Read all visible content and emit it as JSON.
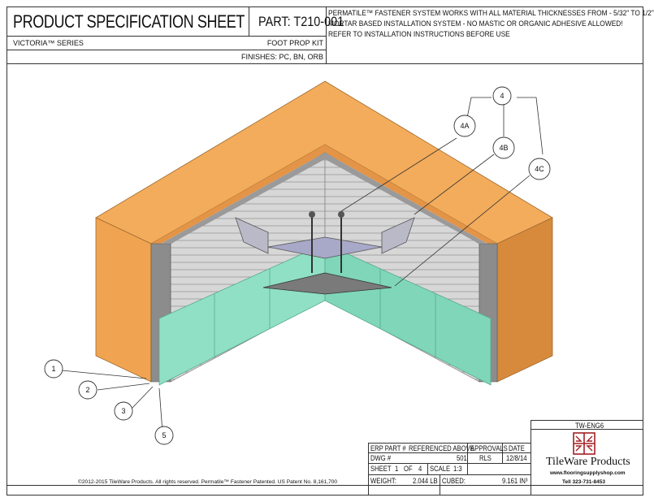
{
  "header": {
    "title": "PRODUCT SPECIFICATION SHEET",
    "part": "PART:  T210-001",
    "series": "VICTORIA™ SERIES",
    "kit": "FOOT PROP KIT",
    "finishes": "FINISHES:  PC, BN, ORB"
  },
  "notes": [
    "PERMATILE™ FASTENER SYSTEM WORKS WITH ALL MATERIAL THICKNESSES FROM - 5/32\" TO 1/2\"",
    "MORTAR BASED INSTALLATION SYSTEM - NO MASTIC OR ORGANIC ADHESIVE ALLOWED!",
    "REFER TO INSTALLATION INSTRUCTIONS BEFORE USE"
  ],
  "callouts": {
    "c1": "1",
    "c2": "2",
    "c3": "3",
    "c5": "5",
    "c4": "4",
    "c4a": "4A",
    "c4b": "4B",
    "c4c": "4C"
  },
  "title_block": {
    "erp_label": "ERP PART #",
    "erp_value": "REFERENCED ABOVE",
    "approvals_label": "APPROVALS",
    "date_label": "DATE",
    "dwg_label": "DWG #",
    "dwg_value": "501",
    "approver": "RLS",
    "approval_date": "12/8/14",
    "sheet_label": "SHEET",
    "sheet_num": "1",
    "of_label": "OF",
    "sheet_total": "4",
    "scale_label": "SCALE",
    "scale_value": "1:3",
    "weight_label": "WEIGHT:",
    "weight_value": "2.044  LB",
    "cubed_label": "CUBED:",
    "cubed_value": "9.161  IN³"
  },
  "logo_block": {
    "code": "TW-ENG6",
    "company": "TileWare Products",
    "website": "www.flooringsupplyshop.com",
    "phone": "Tell 323-731-8453"
  },
  "footer": {
    "copyright": "©2012-2015 TileWare Products. All rights reserved. Permatile™ Fastener Patented. US Patent No. 8,161,700"
  },
  "colors": {
    "frame": "#333333",
    "wall": "#F0A452",
    "wall_dark": "#D88A3C",
    "tile": "#8FE0C4",
    "board": "#D5D5D5",
    "gray_edge": "#8C8C8C",
    "shelf": "#777777",
    "logo": "#A31F24"
  }
}
